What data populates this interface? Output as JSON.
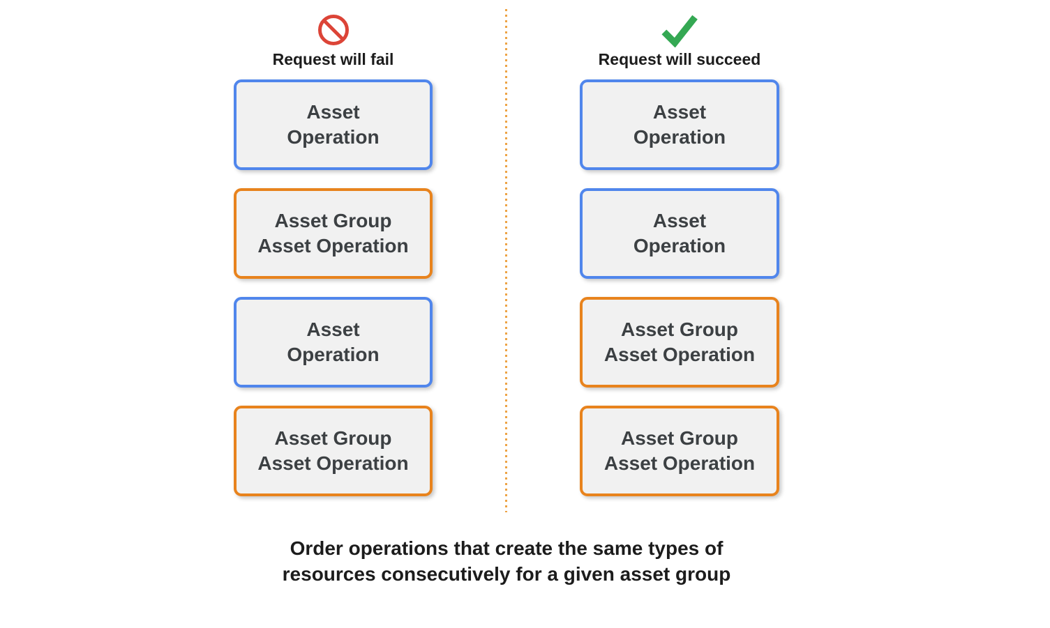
{
  "colors": {
    "background": "#FFFFFF",
    "asset_operation_border": "#5086EC",
    "asset_group_asset_operation_border": "#E8831D",
    "box_fill": "#F1F1F1",
    "box_text": "#3C4043",
    "heading_text": "#1C1C1C",
    "fail_icon_red": "#DC4437",
    "succeed_icon_green": "#34A853",
    "divider_orange": "#EDA345"
  },
  "columns": [
    {
      "id": "fail",
      "title": "Request will fail",
      "icon": "prohibited-icon",
      "boxes": [
        {
          "label": "Asset\nOperation",
          "type": "asset_operation"
        },
        {
          "label": "Asset Group\nAsset Operation",
          "type": "asset_group_asset_operation"
        },
        {
          "label": "Asset\nOperation",
          "type": "asset_operation"
        },
        {
          "label": "Asset Group\nAsset Operation",
          "type": "asset_group_asset_operation"
        }
      ]
    },
    {
      "id": "succeed",
      "title": "Request will succeed",
      "icon": "checkmark-icon",
      "boxes": [
        {
          "label": "Asset\nOperation",
          "type": "asset_operation"
        },
        {
          "label": "Asset\nOperation",
          "type": "asset_operation"
        },
        {
          "label": "Asset Group\nAsset Operation",
          "type": "asset_group_asset_operation"
        },
        {
          "label": "Asset Group\nAsset Operation",
          "type": "asset_group_asset_operation"
        }
      ]
    }
  ],
  "caption": "Order operations that create the same types of\nresources consecutively for a given asset group"
}
